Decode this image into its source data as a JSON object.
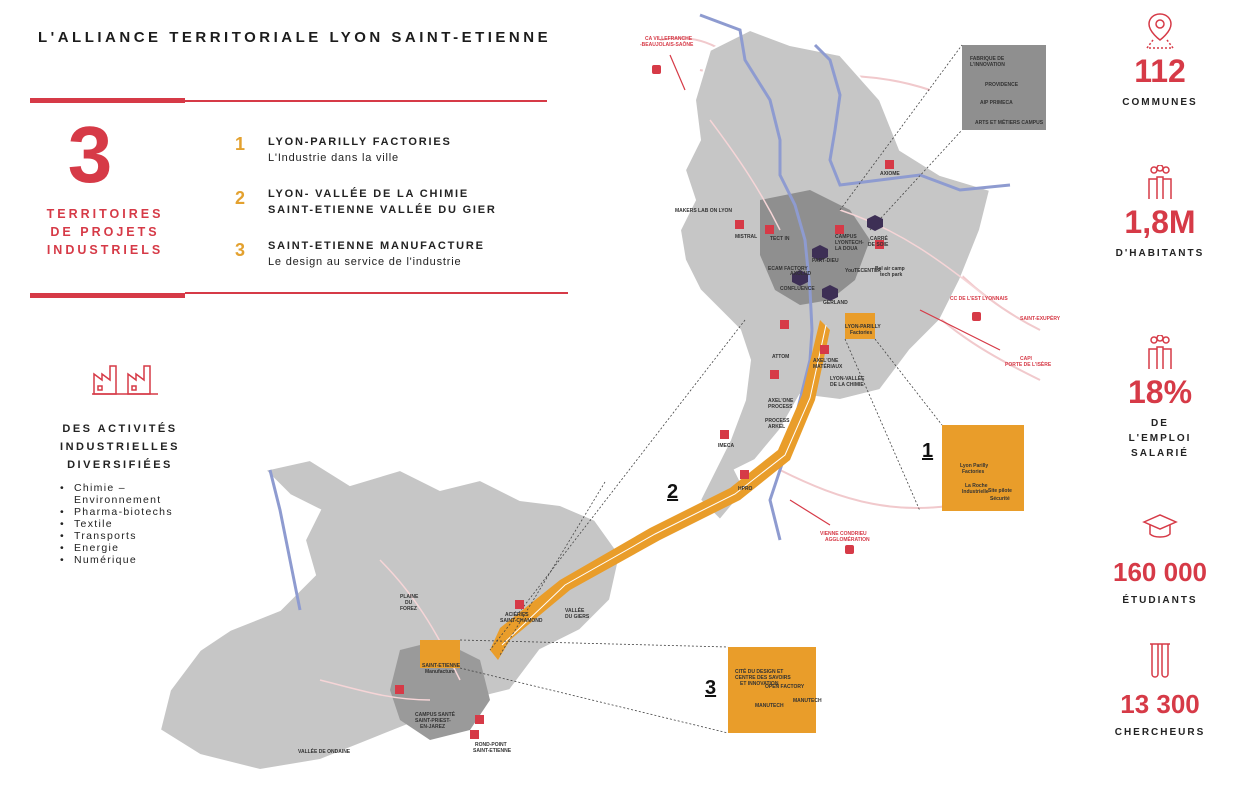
{
  "title": "L'ALLIANCE TERRITORIALE LYON SAINT-ETIENNE",
  "left_panel": {
    "big_number": "3",
    "big_label_lines": [
      "TERRITOIRES",
      "DE PROJETS",
      "INDUSTRIELS"
    ],
    "items": [
      {
        "num": "1",
        "title": "LYON-PARILLY FACTORIES",
        "subtitle": "L'Industrie dans la ville"
      },
      {
        "num": "2",
        "title": "LYON- VALLÉE DE LA CHIMIE",
        "subtitle": "SAINT-ETIENNE VALLÉE DU GIER"
      },
      {
        "num": "3",
        "title": "SAINT-ETIENNE MANUFACTURE",
        "subtitle": "Le design au service de l'industrie"
      }
    ],
    "activities_title_lines": [
      "DES ACTIVITÉS",
      "INDUSTRIELLES",
      "DIVERSIFIÉES"
    ],
    "activities": [
      "Chimie –",
      "Environnement",
      "Pharma-biotechs",
      "Textile",
      "Transports",
      "Energie",
      "Numérique"
    ]
  },
  "stats": [
    {
      "icon": "map-pin-icon",
      "value": "112",
      "label_lines": [
        "COMMUNES"
      ]
    },
    {
      "icon": "people-icon",
      "value": "1,8M",
      "label_lines": [
        "D'HABITANTS"
      ]
    },
    {
      "icon": "people-icon",
      "value": "18%",
      "label_lines": [
        "DE",
        "L'EMPLOI",
        "SALARIÉ"
      ]
    },
    {
      "icon": "graduation-cap-icon",
      "value": "160 000",
      "label_lines": [
        "ÉTUDIANTS"
      ]
    },
    {
      "icon": "test-tubes-icon",
      "value": "13 300",
      "label_lines": [
        "CHERCHEURS"
      ]
    }
  ],
  "map": {
    "zone_numbers": [
      "1",
      "2",
      "3"
    ],
    "labels": {
      "villefranche": "CA VILLEFRANCHE",
      "villefranche2": "-BEAUJOLAIS-SAÔNE",
      "est_lyonnais": "CC DE L'EST LYONNAIS",
      "capi": "CAPI",
      "capi2": "PORTE DE L'ISÈRE",
      "vienne": "VIENNE CONDRIEU",
      "vienne2": "AGGLOMÉRATION",
      "saint_exupery": "SAINT-EXUPÉRY",
      "lyon_parilly": "LYON-PARILLY",
      "lyon_parilly2": "Factories",
      "vallee_chimie": "LYON-VALLÉE",
      "vallee_chimie2": "DE LA CHIMIE",
      "campus": "CAMPUS",
      "campus2": "LYONTECH-",
      "campus3": "LA DOUA",
      "part_dieu": "PART-DIEU",
      "carre_soie": "CARRÉ",
      "carre_soie2": "DE SOIE",
      "confluence": "CONFLUENCE",
      "gerland": "GERLAND",
      "mistral": "MISTRAL",
      "makers": "MAKERS LAB ON LYON",
      "tectin": "TECT IN",
      "ecam": "ECAM FACTORY",
      "axolud": "AXOLUD",
      "techcenter": "YouTECENTER",
      "bel_air": "Bel air camp",
      "bel_air2": "tech park",
      "axiome": "AXIOME",
      "atom": "ATTOM",
      "axel_one": "AXEL'ONE",
      "axel_one2": "MATÉRIAUX",
      "axel_one_pro": "AXEL'ONE",
      "axel_one_pro2": "PROCESS",
      "process_arkel": "PROCESS",
      "process_arkel2": "ARKEL",
      "imeca": "IMECA",
      "hpro": "HPRO",
      "plaine": "PLAINE",
      "plaine2": "DU",
      "plaine3": "FOREZ",
      "aciaries": "ACIÉRIES",
      "aciaries2": "SAINT-CHAMOND",
      "vallee_gier": "VALLÉE",
      "vallee_gier2": "DU GIERS",
      "se_manufacture": "SAINT-ETIENNE",
      "se_manufacture2": "Manufacture",
      "campus_sante": "CAMPUS SANTÉ",
      "campus_sante2": "SAINT-PRIEST-",
      "campus_sante3": "EN-JAREZ",
      "rond_point": "ROND-POINT",
      "rond_point2": "SAINT-ETIENNE",
      "ondaine": "VALLÉE DE ONDAINE",
      "inset1_a": "Lyon Parilly",
      "inset1_b": "Factories",
      "inset1_c": "La Roche",
      "inset1_d": "Industrielle",
      "inset1_e": "Sécurité",
      "inset1_f": "Site pilote",
      "inset3_a": "CITÉ DU DESIGN ET",
      "inset3_b": "CENTRE DES SAVOIRS",
      "inset3_c": "ET INNOVATION",
      "inset3_d": "OPEN FACTORY",
      "inset3_e": "MANUTECH",
      "inset3_f": "MANUTECH",
      "inset_top_a": "FABRIQUE DE",
      "inset_top_b": "L'INNOVATION",
      "inset_top_c": "PROVIDENCE",
      "inset_top_d": "AIP PRIMECA",
      "inset_top_e": "ARTS ET MÉTIERS CAMPUS"
    }
  },
  "colors": {
    "accent_red": "#d63a47",
    "accent_orange": "#e3a12f",
    "territory_gray": "#c6c6c6",
    "urban_gray": "#8f8f8f",
    "river_blue": "#8e9bd0",
    "inset_orange": "#e99d2a"
  }
}
